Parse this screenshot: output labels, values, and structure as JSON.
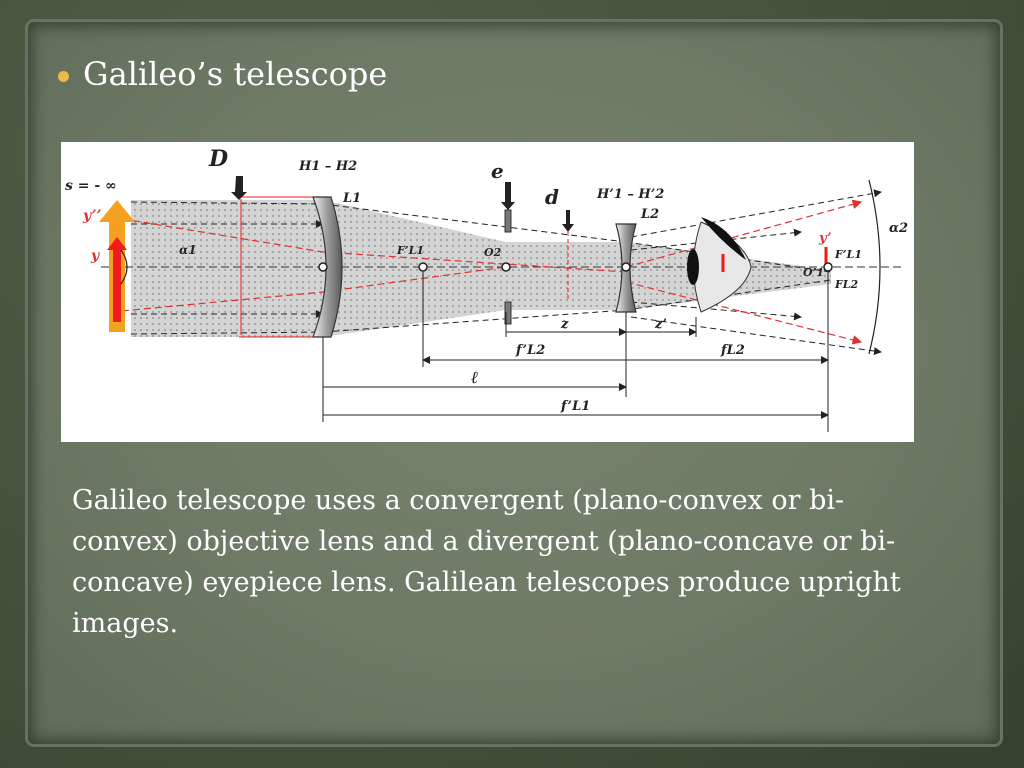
{
  "slide": {
    "title": "Galileo’s telescope",
    "body": "Galileo telescope uses a convergent (plano-convex or bi-convex) objective lens and a divergent (plano-concave or bi-concave) eyepiece lens. Galilean telescopes produce upright images."
  },
  "diagram": {
    "labels": {
      "D": "D",
      "H1H2": "H1 – H2",
      "L1": "L1",
      "e": "e",
      "d": "d",
      "H1pH2p": "H’1 – H’2",
      "L2": "L2",
      "s_inf": "s = - ∞",
      "y_dd": "y’’",
      "y": "y",
      "alpha1": "α1",
      "F_L1p_left": "F’L1",
      "O2": "O2",
      "y_p": "y’",
      "F_L1p_right": "F’L1",
      "O1p": "O’1",
      "F_L2": "FL2",
      "alpha2": "α2",
      "z": "z",
      "z_p": "z’",
      "f_L2p": "f’L2",
      "f_L2": "fL2",
      "ell": "ℓ",
      "f_L1p": "f’L1"
    },
    "colors": {
      "arrow_orange": "#f4a020",
      "arrow_red": "#ee1c1c",
      "ray_red": "#e03030",
      "beam_gray": "#c8c8c8"
    }
  }
}
